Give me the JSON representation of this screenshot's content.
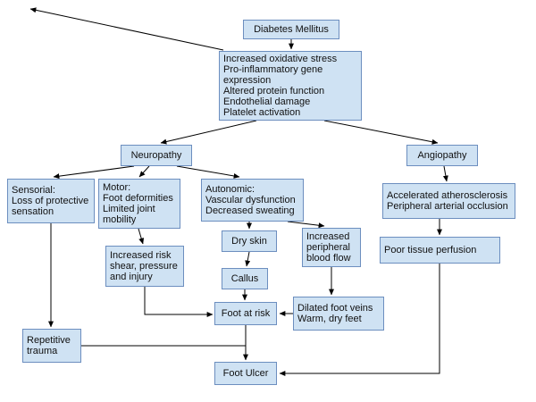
{
  "colors": {
    "node_fill": "#cfe2f3",
    "node_border": "#6c8ebf",
    "arrow_color": "#000000"
  },
  "diagram": {
    "nodes": {
      "diabetes": {
        "label": "Diabetes Mellitus"
      },
      "mechanisms": {
        "label": "Increased oxidative stress\nPro-inflammatory gene\nexpression\nAltered protein function\nEndothelial damage\nPlatelet activation"
      },
      "neuropathy": {
        "label": "Neuropathy"
      },
      "angiopathy": {
        "label": "Angiopathy"
      },
      "sensorial": {
        "label": "Sensorial:\nLoss of protective\nsensation"
      },
      "motor": {
        "label": "Motor:\nFoot deformities\nLimited joint\nmobility"
      },
      "autonomic": {
        "label": "Autonomic:\nVascular dysfunction\nDecreased sweating"
      },
      "atherosclerosis": {
        "label": "Accelerated atherosclerosis\nPeripheral arterial occlusion"
      },
      "poor_perfusion": {
        "label": "Poor tissue perfusion"
      },
      "dry_skin": {
        "label": "Dry skin"
      },
      "ipbf": {
        "label": "Increased\nperipheral\nblood flow"
      },
      "callus": {
        "label": "Callus"
      },
      "risk_injury": {
        "label": "Increased risk\nshear, pressure\nand injury"
      },
      "dilated_veins": {
        "label": "Dilated foot veins\nWarm, dry feet"
      },
      "foot_at_risk": {
        "label": "Foot at risk"
      },
      "repetitive_trauma": {
        "label": "Repetitive\ntrauma"
      },
      "foot_ulcer": {
        "label": "Foot Ulcer"
      }
    },
    "edges": [
      {
        "from": "diabetes",
        "to": "off-canvas-top-left"
      },
      {
        "from": "diabetes",
        "to": "mechanisms"
      },
      {
        "from": "mechanisms",
        "to": "neuropathy"
      },
      {
        "from": "mechanisms",
        "to": "angiopathy"
      },
      {
        "from": "neuropathy",
        "to": "sensorial"
      },
      {
        "from": "neuropathy",
        "to": "motor"
      },
      {
        "from": "neuropathy",
        "to": "autonomic"
      },
      {
        "from": "angiopathy",
        "to": "atherosclerosis"
      },
      {
        "from": "atherosclerosis",
        "to": "poor_perfusion"
      },
      {
        "from": "autonomic",
        "to": "dry_skin"
      },
      {
        "from": "autonomic",
        "to": "ipbf"
      },
      {
        "from": "dry_skin",
        "to": "callus"
      },
      {
        "from": "callus",
        "to": "foot_at_risk"
      },
      {
        "from": "motor",
        "to": "risk_injury"
      },
      {
        "from": "risk_injury",
        "to": "foot_at_risk"
      },
      {
        "from": "ipbf",
        "to": "dilated_veins"
      },
      {
        "from": "dilated_veins",
        "to": "foot_at_risk"
      },
      {
        "from": "sensorial",
        "to": "repetitive_trauma"
      },
      {
        "from": "repetitive_trauma",
        "to": "foot_ulcer"
      },
      {
        "from": "foot_at_risk",
        "to": "foot_ulcer"
      },
      {
        "from": "poor_perfusion",
        "to": "foot_ulcer"
      }
    ]
  }
}
